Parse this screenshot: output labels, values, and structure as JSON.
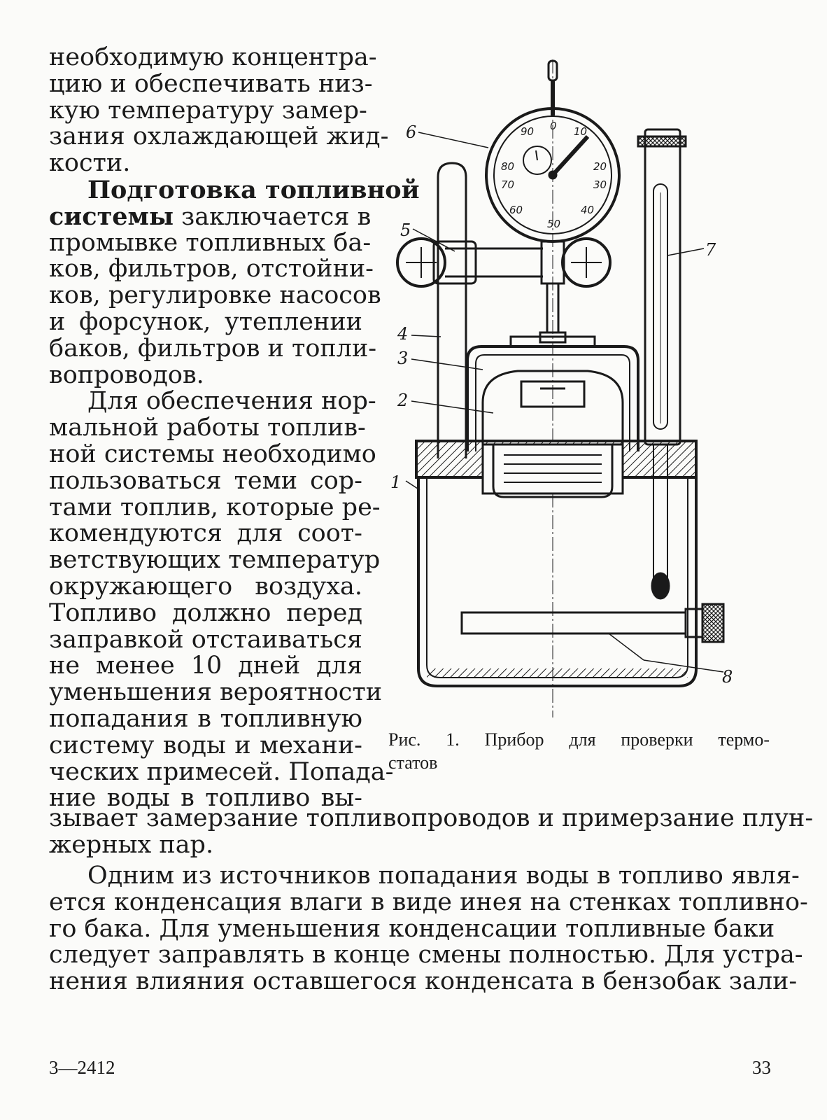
{
  "left_column": {
    "para1": [
      "необходимую концентра-",
      "цию и обеспечивать низ-",
      "кую температуру замер-",
      "зания охлаждающей жид-",
      "кости."
    ],
    "para2": {
      "heading_line1": "Подготовка топливной",
      "heading_line2_bold": "системы",
      "heading_line2_rest": " заключается в",
      "lines": [
        "промывке топливных ба-",
        "ков, фильтров, отстойни-",
        "ков, регулировке насосов",
        "и форсунок, утеплении",
        "баков, фильтров и топли-",
        "вопроводов."
      ]
    },
    "para3": [
      "Для обеспечения нор-",
      "мальной работы топлив-",
      "ной системы необходимо",
      "пользоваться теми сор-",
      "тами топлив, которые ре-",
      "комендуются для соот-",
      "ветствующих температур",
      "окружающего воздуха.",
      "Топливо должно перед",
      "заправкой отстаиваться",
      "не менее 10 дней для",
      "уменьшения вероятности",
      "попадания в топливную",
      "систему воды и механи-",
      "ческих примесей. Попада-",
      "ние воды в топливо вы-"
    ]
  },
  "full_width": {
    "para3_cont": [
      "зывает замерзание топливопроводов и примерзание плун-",
      "жерных пар."
    ],
    "para4": [
      "Одним из источников попадания воды в топливо явля-",
      "ется конденсация влаги в виде инея на стенках топливно-",
      "го бака. Для уменьшения конденсации топливные баки",
      "следует заправлять в конце смены полностью. Для устра-",
      "нения влияния оставшегося конденсата в бензобак зали-"
    ]
  },
  "figure": {
    "labels": [
      "1",
      "2",
      "3",
      "4",
      "5",
      "6",
      "7",
      "8"
    ],
    "dial_numbers": [
      "0",
      "10",
      "20",
      "30",
      "40",
      "50",
      "60",
      "70",
      "80",
      "90"
    ],
    "caption_line1": "Рис. 1. Прибор для проверки термо-",
    "caption_line2": "статов"
  },
  "footer": {
    "signature": "3—2412",
    "page_number": "33"
  }
}
